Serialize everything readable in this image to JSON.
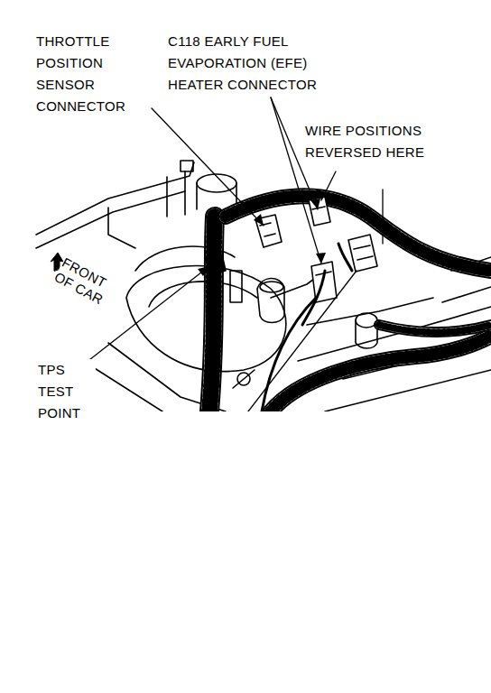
{
  "diagram": {
    "labels": [
      "THROTTLE POSITION SENSOR CONNECTOR",
      "C118 EARLY FUEL EVAPORATION (EFE) HEATER CONNECTOR",
      "WIRE POSITIONS REVERSED HERE",
      "FRONT OF CAR",
      "TPS TEST POINT"
    ]
  }
}
